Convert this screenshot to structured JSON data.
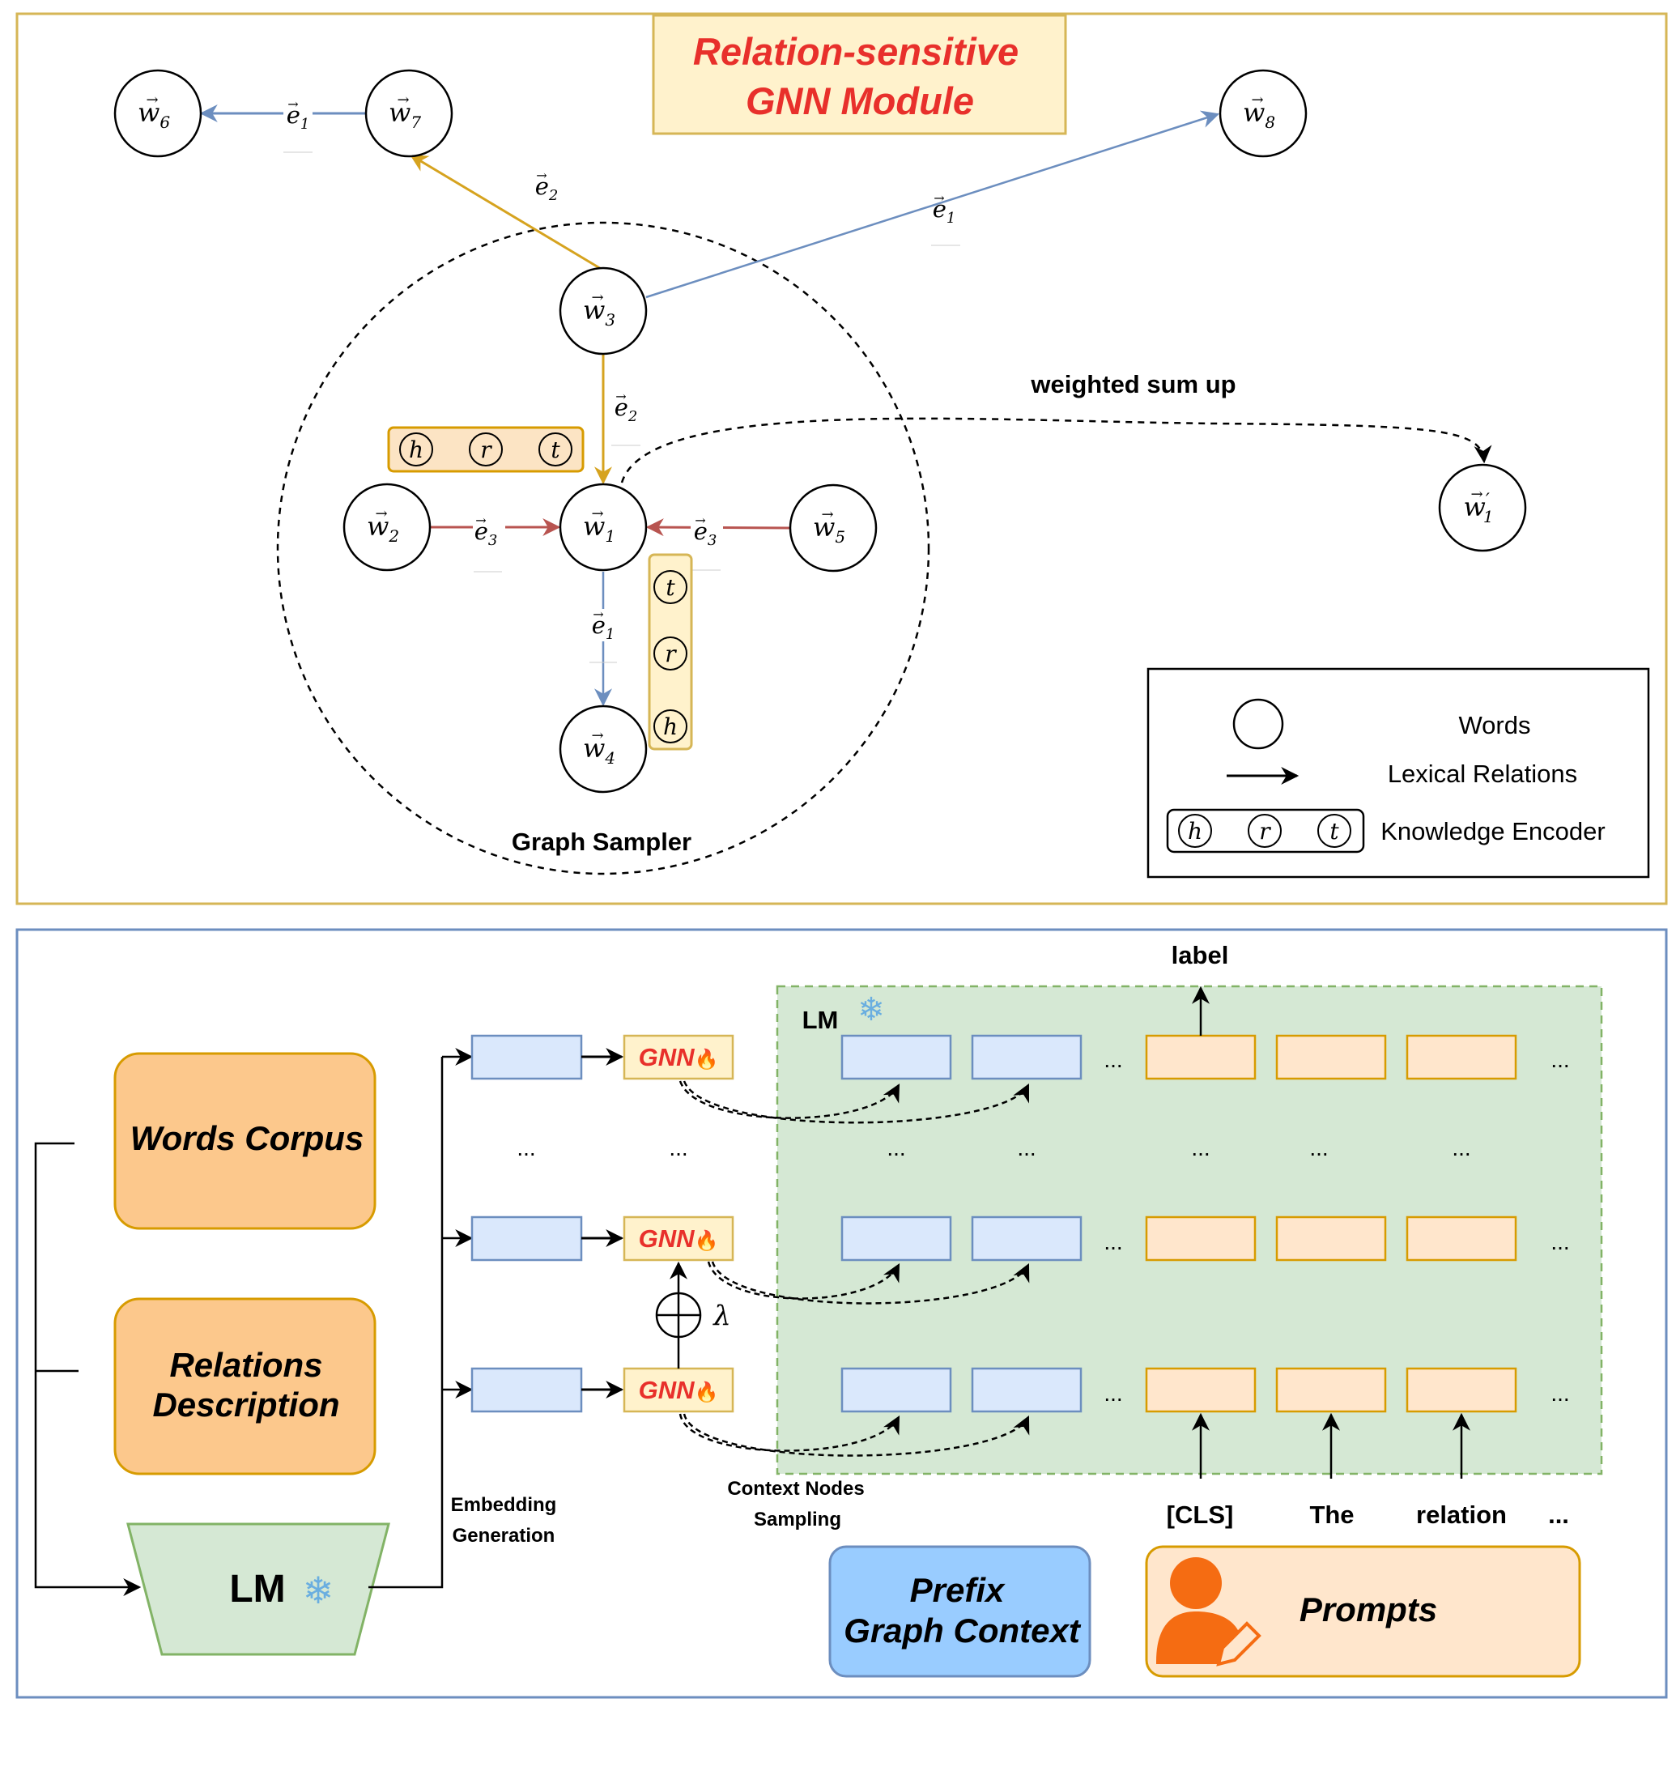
{
  "top_panel": {
    "title_line1": "Relation-sensitive",
    "title_line2": "GNN Module",
    "nodes": {
      "w6": {
        "base": "w",
        "sub": "6"
      },
      "w7": {
        "base": "w",
        "sub": "7"
      },
      "w8": {
        "base": "w",
        "sub": "8"
      },
      "w3": {
        "base": "w",
        "sub": "3"
      },
      "w2": {
        "base": "w",
        "sub": "2"
      },
      "w1": {
        "base": "w",
        "sub": "1"
      },
      "w5": {
        "base": "w",
        "sub": "5"
      },
      "w4": {
        "base": "w",
        "sub": "4"
      },
      "w1p": {
        "base": "w",
        "prime": "′",
        "sub": "1"
      }
    },
    "edges": {
      "e1": {
        "base": "e",
        "sub": "1"
      },
      "e2": {
        "base": "e",
        "sub": "2"
      },
      "e3": {
        "base": "e",
        "sub": "3"
      }
    },
    "encoder_symbols": {
      "h": "h",
      "r": "r",
      "t": "t"
    },
    "weighted_sum_label": "weighted sum up",
    "graph_sampler_label": "Graph Sampler",
    "legend": {
      "words": "Words",
      "relations": "Lexical Relations",
      "encoder": "Knowledge Encoder"
    },
    "colors": {
      "blue_edge": "#6c8ebf",
      "gold_edge": "#d6a31f",
      "red_edge": "#b85450",
      "title_red": "#e8302b",
      "title_fill": "#fff2cc",
      "title_stroke": "#d6b656",
      "encoder_fill": "#fce4c4",
      "encoder_stroke": "#d79b00"
    }
  },
  "bottom_panel": {
    "words_corpus": "Words Corpus",
    "relations_line1": "Relations",
    "relations_line2": "Description",
    "lm_label": "LM",
    "snowflake": "❄",
    "embedding_line1": "Embedding",
    "embedding_line2": "Generation",
    "gnn_label": "GNN",
    "fire": "🔥",
    "ellipsis": "...",
    "lambda": "λ",
    "oplus": "⊕",
    "inner_lm_label": "LM",
    "label_text": "label",
    "context_line1": "Context Nodes",
    "context_line2": "Sampling",
    "tokens": [
      "[CLS]",
      "The",
      "relation",
      "..."
    ],
    "prefix_line1": "Prefix",
    "prefix_line2": "Graph Context",
    "prompts": "Prompts",
    "colors": {
      "orange_fill": "#fcc88c",
      "orange_stroke": "#d79b00",
      "lm_fill": "#d5e8d4",
      "lm_stroke": "#82b366",
      "blue_fill": "#dae8fc",
      "blue_stroke": "#6c8ebf",
      "token_fill": "#ffe6cc",
      "prefix_fill": "#99ccff",
      "gnn_red": "#e8302b"
    }
  }
}
